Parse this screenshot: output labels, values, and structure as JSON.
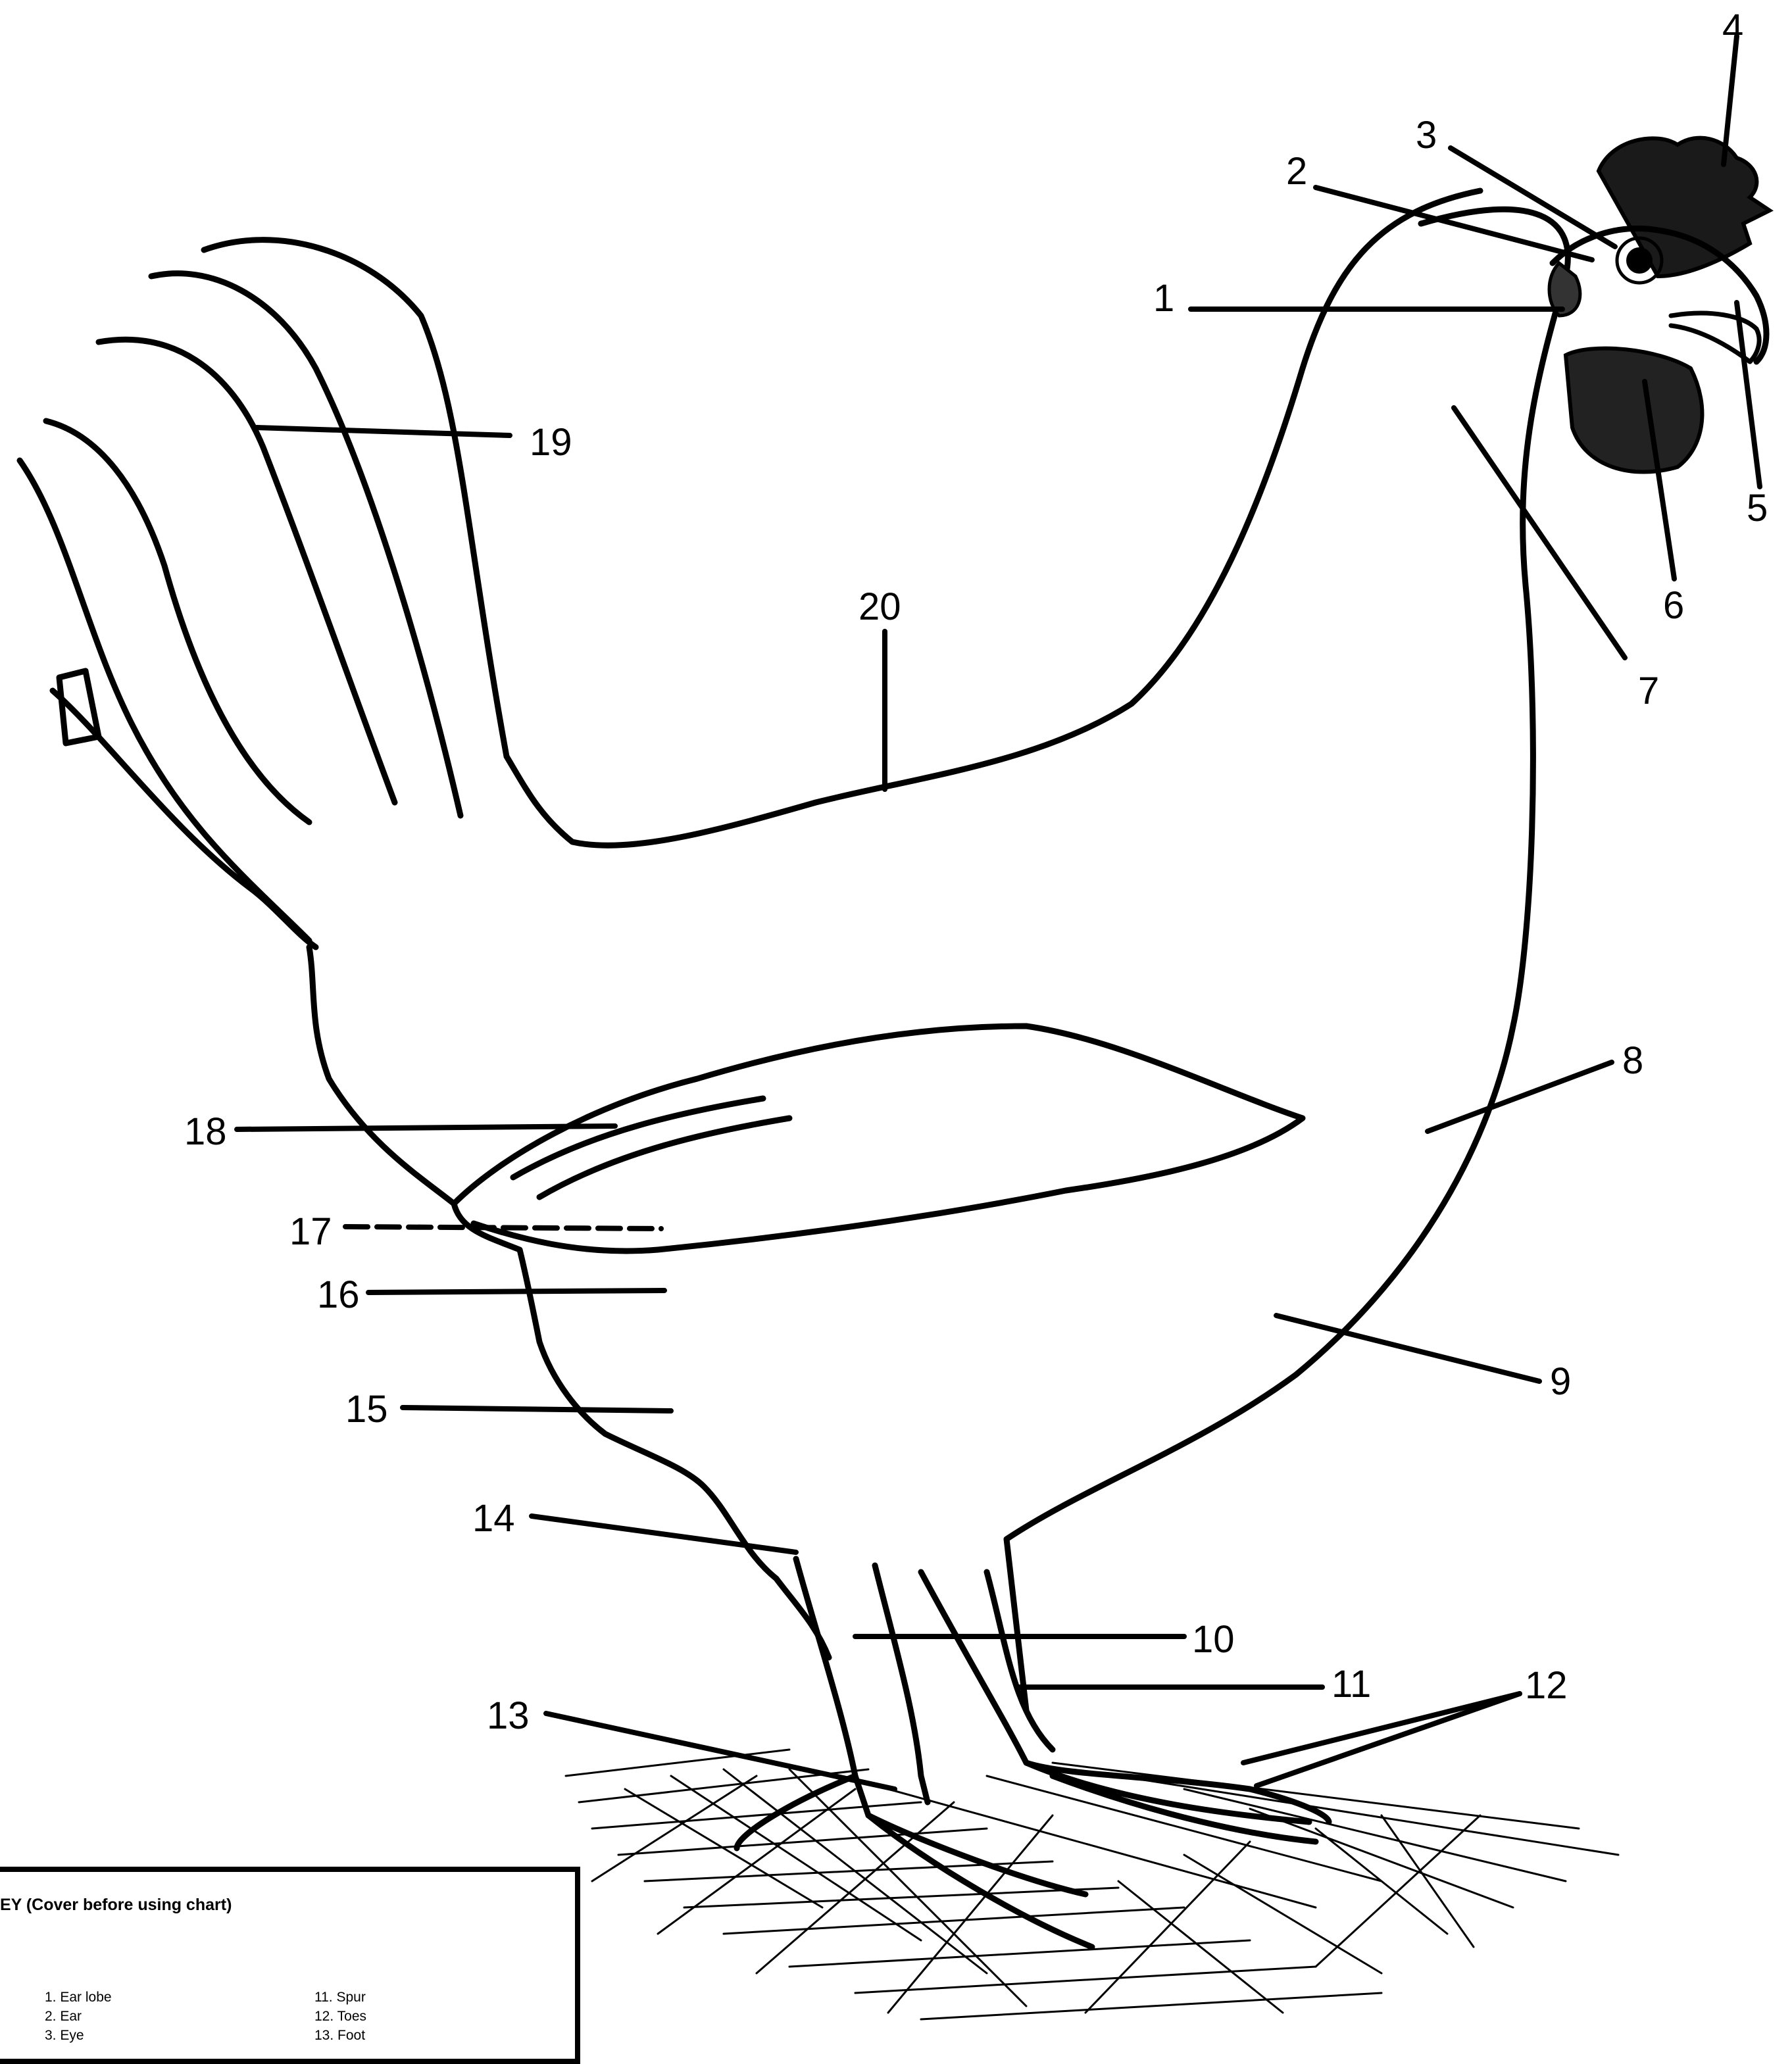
{
  "labels": [
    "1",
    "2",
    "3",
    "4",
    "5",
    "6",
    "7",
    "8",
    "9",
    "10",
    "11",
    "12",
    "13",
    "14",
    "15",
    "16",
    "17",
    "18",
    "19",
    "20"
  ],
  "key": {
    "title": "EY (Cover before using chart)",
    "col1": [
      "1.  Ear lobe",
      "2.  Ear",
      "3.  Eye"
    ],
    "col2": [
      "11.  Spur",
      "12.  Toes",
      "13.  Foot"
    ]
  }
}
